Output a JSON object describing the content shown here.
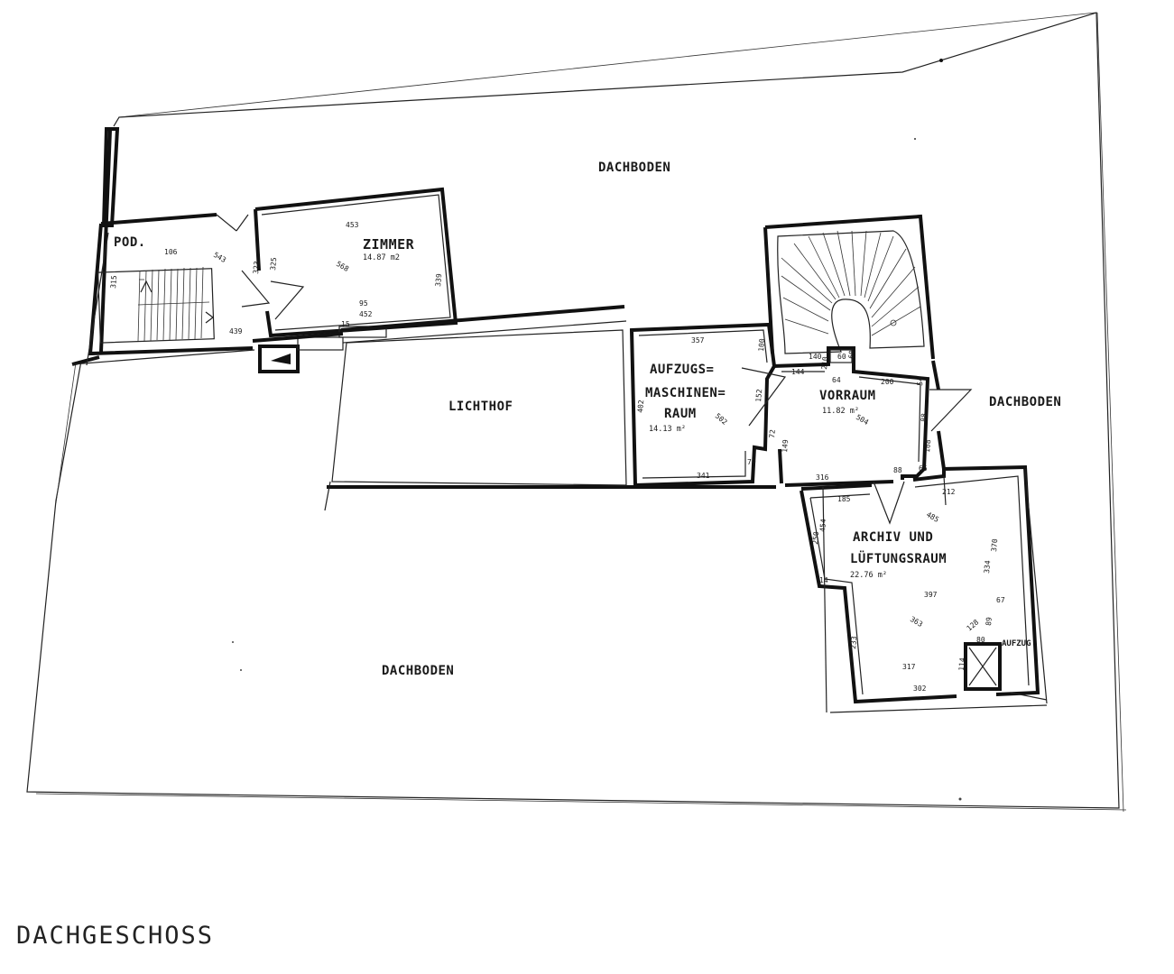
{
  "plan_title": "DACHGESCHOSS",
  "rooms": {
    "dachboden_top": "DACHBODEN",
    "dachboden_right": "DACHBODEN",
    "dachboden_bottom": "DACHBODEN",
    "pod": "POD.",
    "zimmer": {
      "name": "ZIMMER",
      "area": "14.87 m2"
    },
    "lichthof": "LICHTHOF",
    "aufzug_maschinen": {
      "line1": "AUFZUGS=",
      "line2": "MASCHINEN=",
      "line3": "RAUM",
      "area": "14.13 m²"
    },
    "vorraum": {
      "name": "VORRAUM",
      "area": "11.82 m²"
    },
    "archiv": {
      "line1": "ARCHIV UND",
      "line2": "LÜFTUNGSRAUM",
      "area": "22.76 m²"
    },
    "aufzug": "AUFZUG"
  },
  "dimensions": {
    "pod_106": "106",
    "pod_543": "543",
    "pod_315": "315",
    "pod_323": "323",
    "pod_439": "439",
    "z_453": "453",
    "z_325": "325",
    "z_568": "568",
    "z_339": "339",
    "z_95": "95",
    "z_452": "452",
    "z_15": "15",
    "a_357": "357",
    "a_402": "402",
    "a_502": "502",
    "a_341": "341",
    "a_79": "79",
    "a_100": "100",
    "v_140": "140",
    "v_60a": "60",
    "v_60b": "60",
    "v_210": "210",
    "v_144": "144",
    "v_64": "64",
    "v_200": "200",
    "v_152": "152",
    "v_54": "54",
    "v_504": "504",
    "v_88a": "88",
    "v_149": "149",
    "v_108": "108",
    "v_65": "65",
    "v_88b": "88",
    "v_316": "316",
    "v_72": "72",
    "r_185": "185",
    "r_212": "212",
    "r_485": "485",
    "r_454": "454",
    "r_250": "250",
    "r_370": "370",
    "r_334": "334",
    "r_397": "397",
    "r_67": "67",
    "r_363": "363",
    "r_128": "128",
    "r_89": "89",
    "r_80": "80",
    "r_233": "233",
    "r_317": "317",
    "r_114": "114",
    "r_302": "302",
    "r_14": "14"
  }
}
